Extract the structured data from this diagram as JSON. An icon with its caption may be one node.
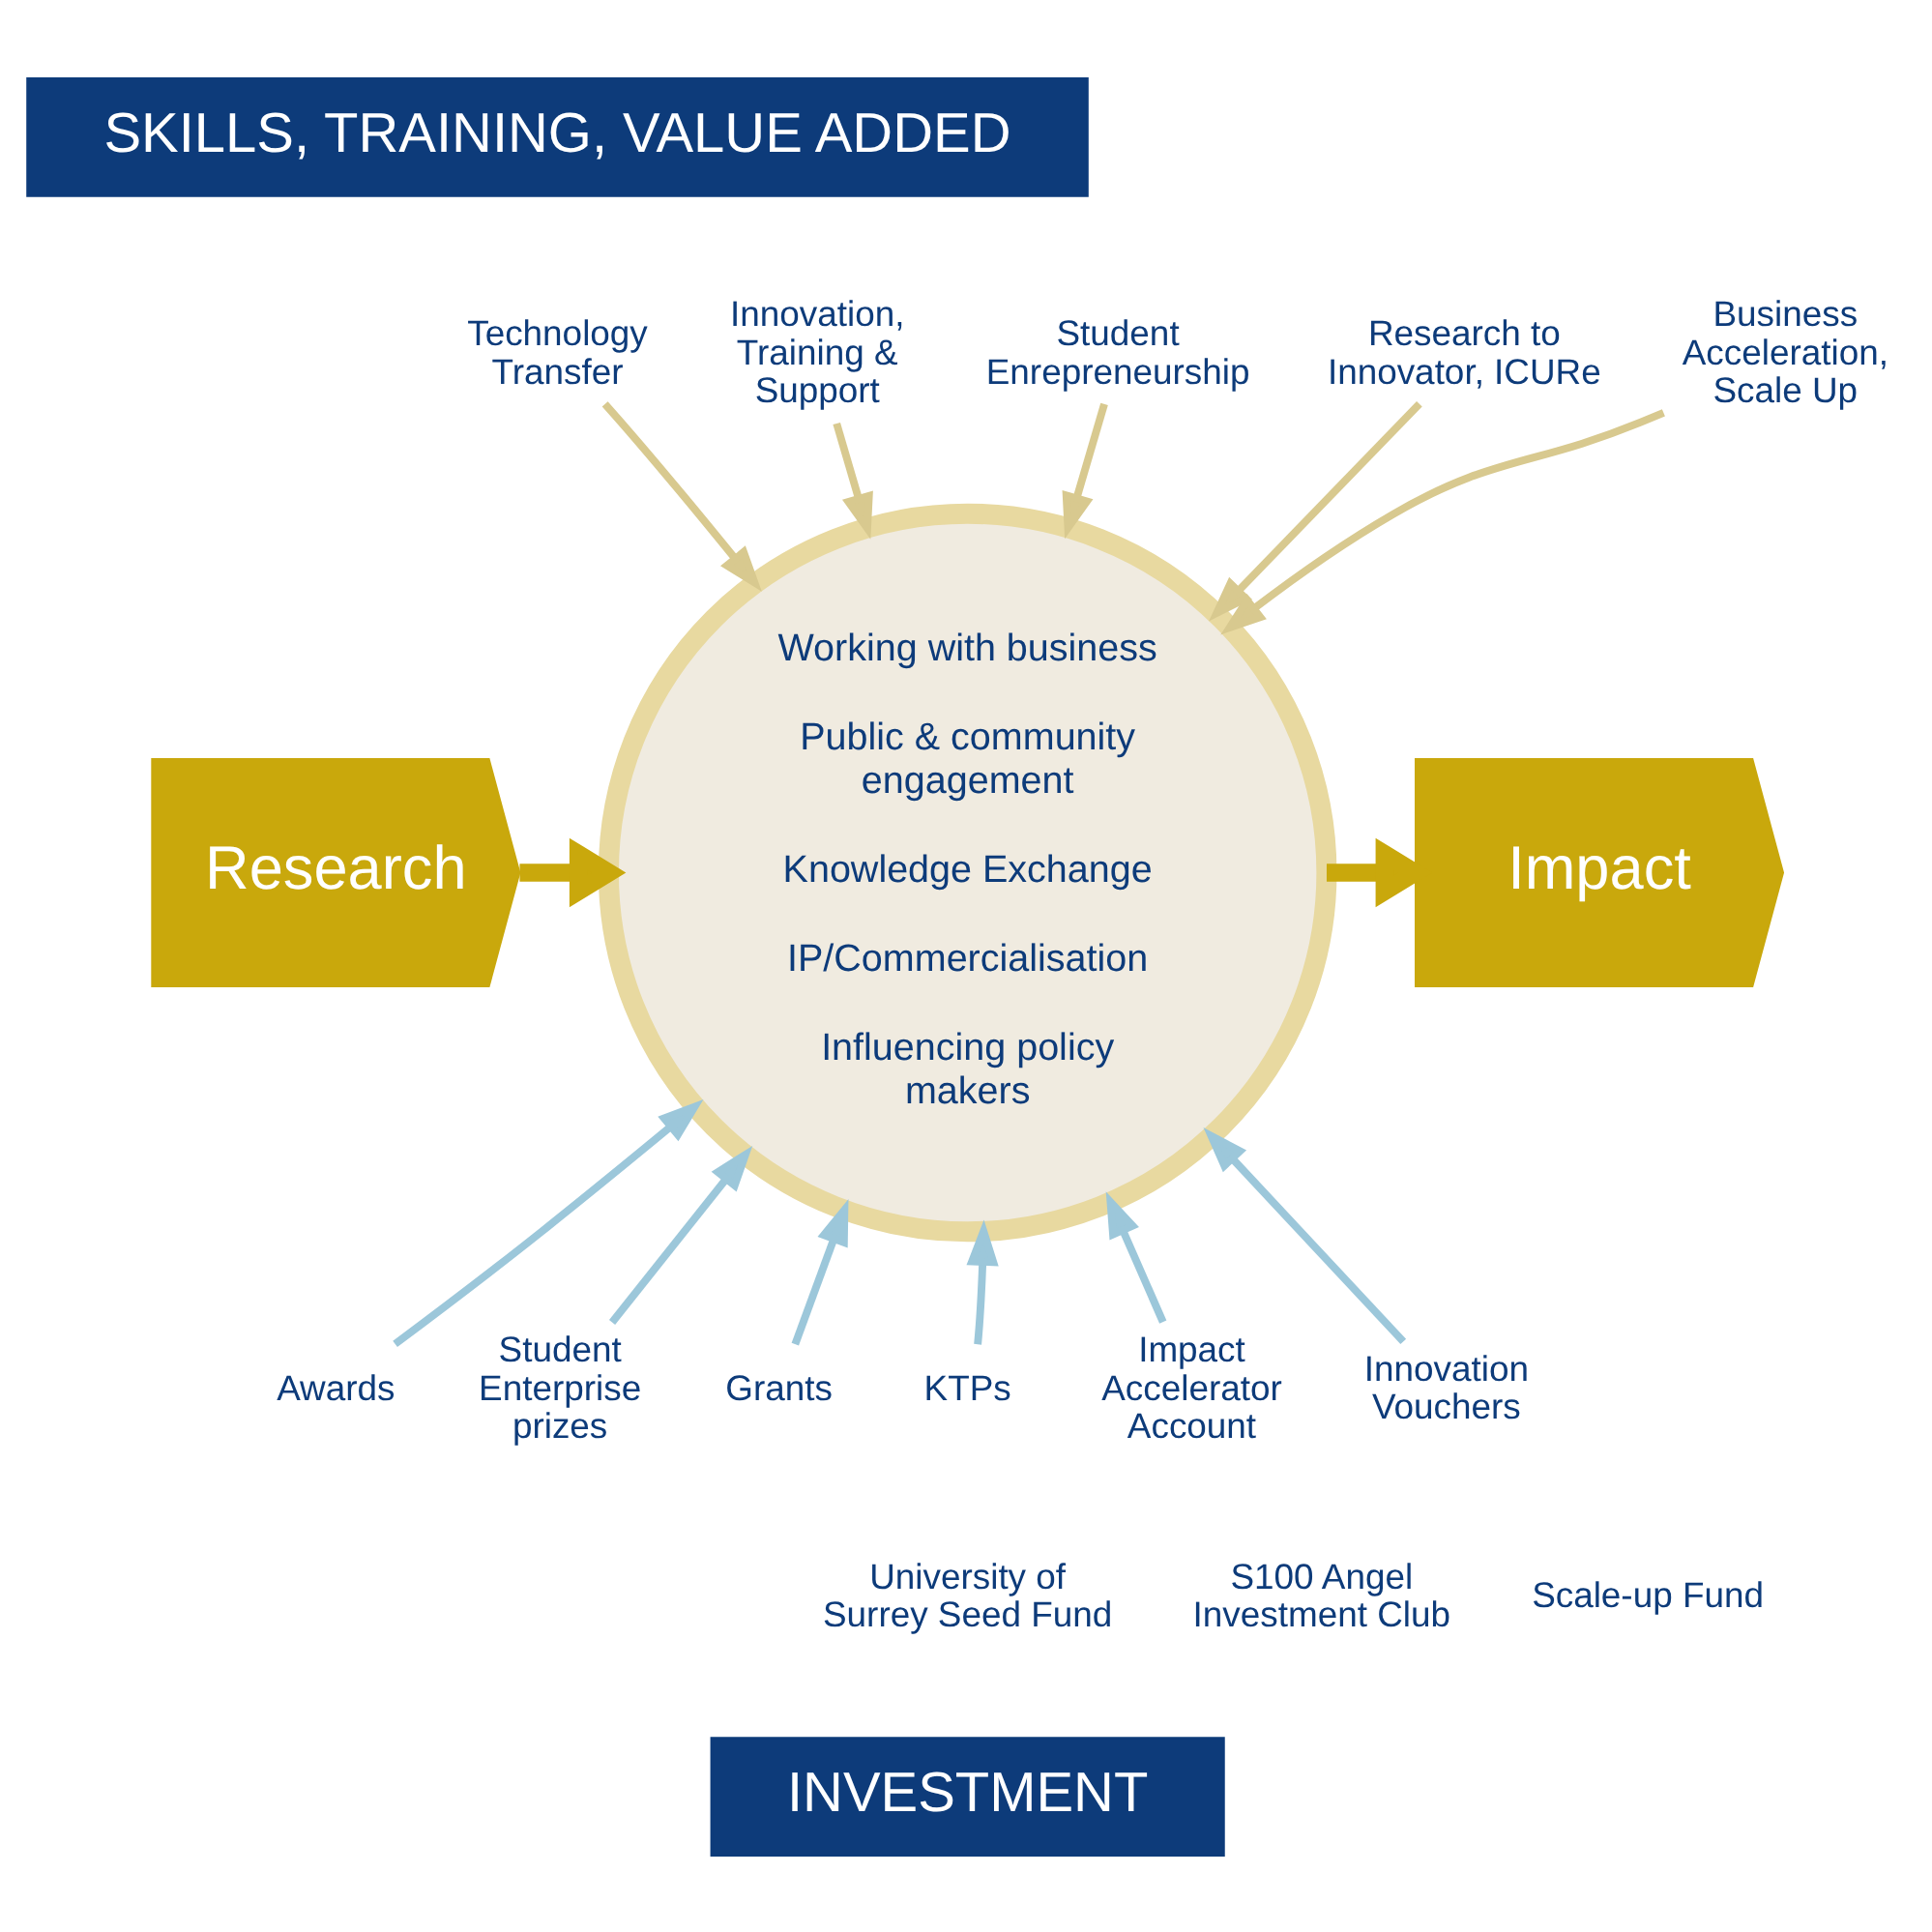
{
  "diagram": {
    "nodes": [
      {
        "text": [
          "SKILLS, TRAINING, VALUE ADDED"
        ]
      },
      {
        "text": [
          "Innovation, Training & Support"
        ]
      },
      {
        "text": [
          "Student Enrepreneurship"
        ]
      },
      {
        "text": [
          "Technology Transfer"
        ]
      },
      {
        "text": [
          "Research to Innovator, ICURe"
        ]
      },
      {
        "text": [
          "Business Acceleration, Scale Up"
        ]
      },
      {
        "text": [
          "Research"
        ]
      },
      {
        "text": [
          "Working with business",
          "Public & community engagement",
          "Knowledge Exchange",
          "IP/Commercialisation",
          "Influencing policy makers"
        ]
      },
      {
        "text": [
          "Impact"
        ]
      },
      {
        "text": [
          "Awards"
        ]
      },
      {
        "text": [
          "Student Enterprise prizes"
        ]
      },
      {
        "text": [
          "Grants"
        ]
      },
      {
        "text": [
          "KTPs"
        ]
      },
      {
        "text": [
          "Impact Accelerator Account"
        ]
      },
      {
        "text": [
          "Innovation Vouchers"
        ]
      },
      {
        "text": [
          "INVESTMENT"
        ]
      }
    ],
    "edges": [
      {
        "from": 1,
        "to": 7,
        "arrow": "to"
      },
      {
        "from": 2,
        "to": 7,
        "arrow": "to"
      },
      {
        "from": 3,
        "to": 7,
        "arrow": "to"
      },
      {
        "from": 4,
        "to": 7,
        "arrow": "to"
      },
      {
        "from": 5,
        "to": 7,
        "arrow": "to"
      },
      {
        "from": 6,
        "to": 7,
        "arrow": "to",
        "style": "thick",
        "color": "#c9a80c"
      },
      {
        "from": 7,
        "to": 8,
        "arrow": "to",
        "style": "thick",
        "color": "#c9a80c"
      },
      {
        "from": 9,
        "to": 7,
        "arrow": "to",
        "color": "#9cc7da"
      },
      {
        "from": 10,
        "to": 7,
        "arrow": "to",
        "color": "#9cc7da"
      },
      {
        "from": 11,
        "to": 7,
        "arrow": "to",
        "color": "#9cc7da"
      },
      {
        "from": 12,
        "to": 7,
        "arrow": "to",
        "color": "#9cc7da"
      },
      {
        "from": 13,
        "to": 7,
        "arrow": "to",
        "color": "#9cc7da"
      },
      {
        "from": 14,
        "to": 7,
        "arrow": "to",
        "color": "#9cc7da"
      }
    ],
    "labels": [
      "S100 Angel Investment Club",
      "University of Surrey Seed Fund",
      "Scale-up Fund"
    ]
  }
}
